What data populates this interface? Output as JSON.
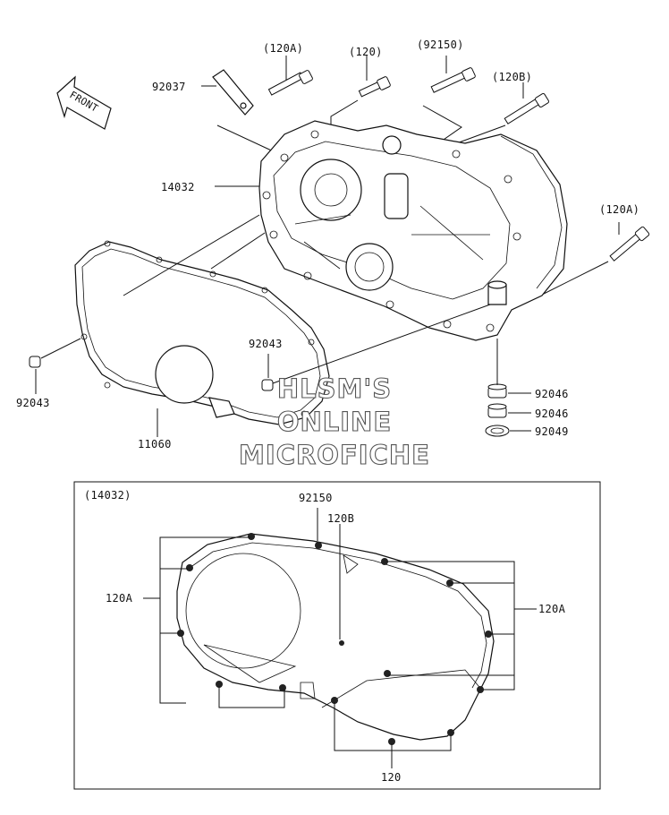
{
  "labels": {
    "p120a_top": "(120A)",
    "p120_top": "(120)",
    "p92150_top": "(92150)",
    "p120b_top": "(120B)",
    "p92037": "92037",
    "p14032": "14032",
    "p120a_right": "(120A)",
    "p92043_mid": "92043",
    "p92043_left": "92043",
    "p11060": "11060",
    "p92046_a": "92046",
    "p92046_b": "92046",
    "p92049": "92049",
    "front": "FRONT"
  },
  "watermark": {
    "line1": "HLSM'S",
    "line2": "ONLINE",
    "line3": "MICROFICHE"
  },
  "inset": {
    "title": "(14032)",
    "l92150": "92150",
    "l120b": "120B",
    "l120a_left": "120A",
    "l120a_right": "120A",
    "l120_bottom": "120"
  }
}
